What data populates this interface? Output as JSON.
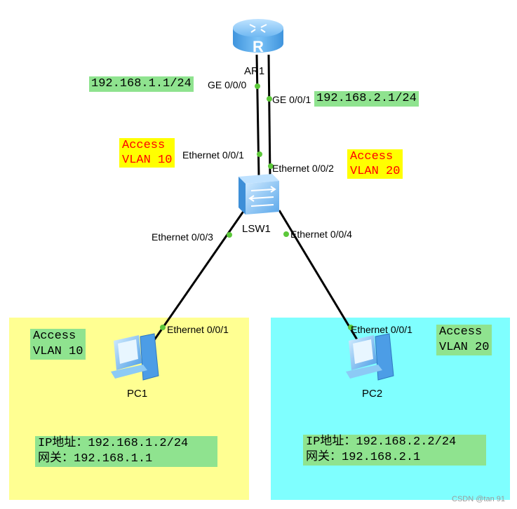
{
  "devices": {
    "router": {
      "name": "AR1",
      "icon": "router-icon"
    },
    "switch": {
      "name": "LSW1",
      "icon": "switch-icon"
    },
    "pc1": {
      "name": "PC1",
      "icon": "pc-icon"
    },
    "pc2": {
      "name": "PC2",
      "icon": "pc-icon"
    }
  },
  "ports": {
    "ar1_ge000": "GE 0/0/0",
    "ar1_ge001": "GE 0/0/1",
    "lsw1_e001": "Ethernet 0/0/1",
    "lsw1_e002": "Ethernet 0/0/2",
    "lsw1_e003": "Ethernet 0/0/3",
    "lsw1_e004": "Ethernet 0/0/4",
    "pc1_e001": "Ethernet 0/0/1",
    "pc2_e001": "Ethernet 0/0/1"
  },
  "addresses": {
    "gw1": "192.168.1.1/24",
    "gw2": "192.168.2.1/24"
  },
  "vlan_labels": {
    "sw_port1": "Access\nVLAN 10",
    "sw_port2": "Access\nVLAN 20",
    "pc1_area": "Access\nVLAN 10",
    "pc2_area": "Access\nVLAN 20"
  },
  "pc_info": {
    "pc1": "IP地址：192.168.1.2/24\n网关：192.168.1.1",
    "pc2": "IP地址：192.168.2.2/24\n网关：192.168.2.1"
  },
  "colors": {
    "yellow_area": "#ffff7f",
    "cyan_area": "#7fffff",
    "green_label": "#8fe38f",
    "yellow_label": "#ffff00",
    "vlan_text": "#ff0000",
    "port_dot": "#5cc83a",
    "device_blue": "#5aaef0"
  },
  "watermark": "CSDN @tan 91"
}
